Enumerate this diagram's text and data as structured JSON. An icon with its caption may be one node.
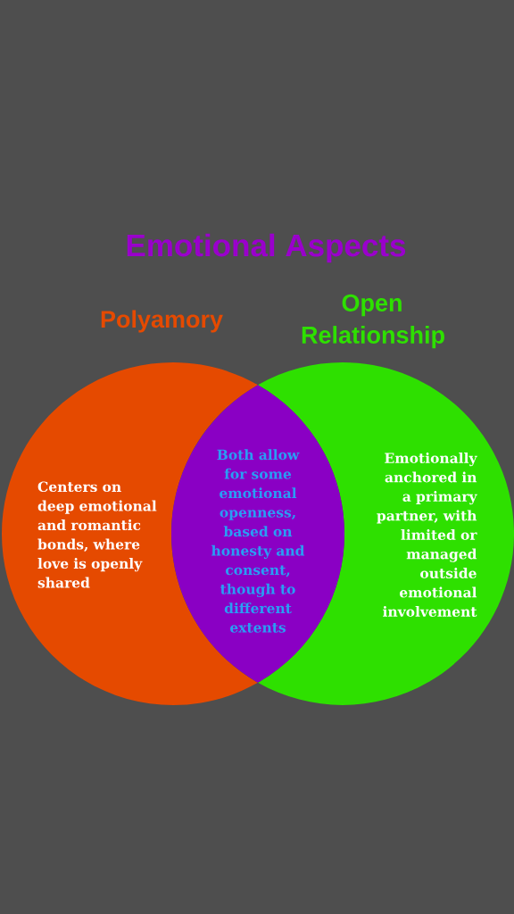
{
  "diagram": {
    "title": "Emotional Aspects",
    "nodes": [
      {
        "text": [
          "Polyamory",
          "Centers on deep emotional and romantic bonds, where love is openly shared"
        ]
      },
      {
        "text": [
          "Open Relationship",
          "Emotionally anchored in a primary partner, with limited or managed outside emotional involvement"
        ]
      },
      {
        "text": [
          "Both allow for some emotional openness, based on honesty and consent, though to different extents"
        ]
      }
    ],
    "edges": []
  }
}
